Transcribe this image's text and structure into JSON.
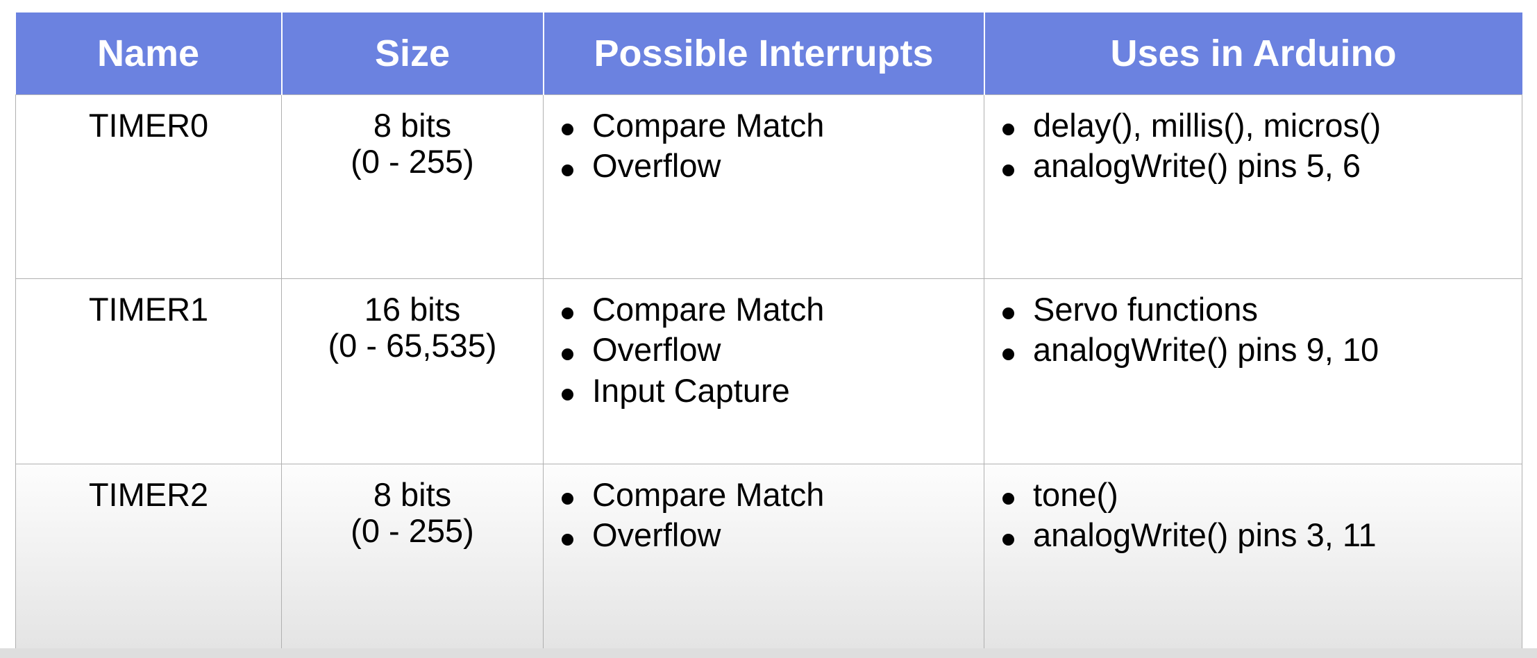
{
  "table": {
    "headers": [
      {
        "label": "Name"
      },
      {
        "label": "Size"
      },
      {
        "label": "Possible Interrupts"
      },
      {
        "label": "Uses in Arduino"
      }
    ],
    "header_background": "#6b82e0",
    "header_text_color": "#ffffff",
    "border_color": "#b0b0b0",
    "rows": [
      {
        "name": "TIMER0",
        "size_lines": [
          "8 bits",
          "(0 - 255)"
        ],
        "interrupts": [
          "Compare Match",
          "Overflow"
        ],
        "uses": [
          "delay(), millis(), micros()",
          "analogWrite() pins 5, 6"
        ]
      },
      {
        "name": "TIMER1",
        "size_lines": [
          "16 bits",
          "(0 - 65,535)"
        ],
        "interrupts": [
          "Compare Match",
          "Overflow",
          "Input Capture"
        ],
        "uses": [
          "Servo functions",
          "analogWrite() pins 9, 10"
        ]
      },
      {
        "name": "TIMER2",
        "size_lines": [
          "8 bits",
          "(0 - 255)"
        ],
        "interrupts": [
          "Compare Match",
          "Overflow"
        ],
        "uses": [
          "tone()",
          "analogWrite() pins 3, 11"
        ]
      }
    ]
  }
}
